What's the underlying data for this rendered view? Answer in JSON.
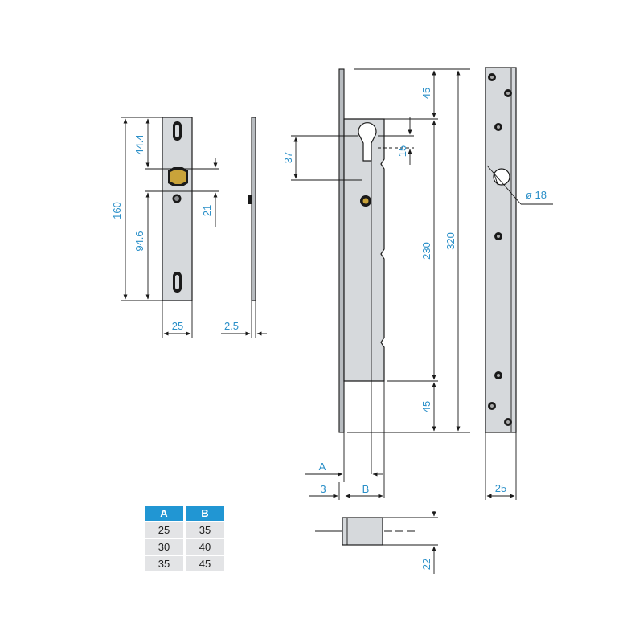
{
  "strike_plate": {
    "length": "160",
    "top_to_hole": "44.4",
    "hole_to_bottom": "94.6",
    "hole_height": "21",
    "width": "25",
    "thickness": "2.5"
  },
  "lock_body": {
    "top_to_cylinder": "45",
    "cylinder_height": "37",
    "cylinder_offset": "15",
    "body_length": "230",
    "faceplate_length": "320",
    "bottom_offset": "45",
    "cylinder_diameter": "ø 18",
    "faceplate_width": "25",
    "backset_label_a": "A",
    "backset_label_b": "B",
    "faceplate_thickness": "3",
    "bolt_height": "22"
  },
  "backset_table": {
    "headers": [
      "A",
      "B"
    ],
    "rows": [
      [
        "25",
        "35"
      ],
      [
        "30",
        "40"
      ],
      [
        "35",
        "45"
      ]
    ]
  }
}
